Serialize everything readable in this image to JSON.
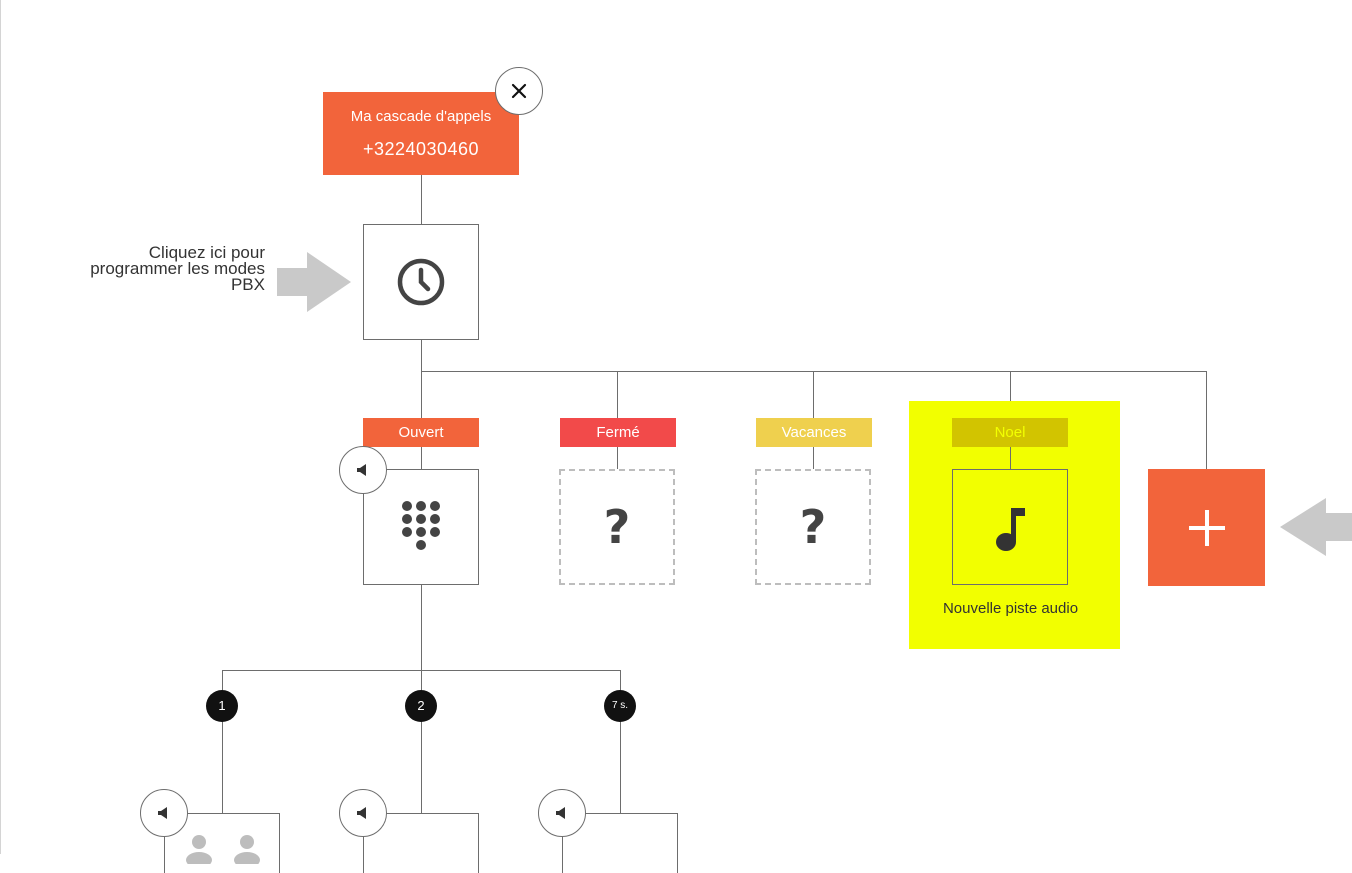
{
  "root": {
    "title": "Ma cascade d'appels",
    "number": "+3224030460"
  },
  "hint": {
    "line1": "Cliquez ici pour",
    "line2": "programmer les modes",
    "line3": "PBX"
  },
  "modes": [
    {
      "label": "Ouvert",
      "color": "#f2643b",
      "content": "dialpad-icon"
    },
    {
      "label": "Fermé",
      "color": "#f24a4a",
      "content": "?"
    },
    {
      "label": "Vacances",
      "color": "#efd04e",
      "content": "?"
    },
    {
      "label": "Noel",
      "color": "#d2c400",
      "content": "music-note-icon",
      "caption": "Nouvelle piste audio",
      "highlight_color": "#f2ff00"
    }
  ],
  "steps": [
    "1",
    "2",
    "7 s."
  ],
  "colors": {
    "accent": "#f2643b",
    "line": "#6d6d6d",
    "arrow": "#c9c9c9"
  }
}
